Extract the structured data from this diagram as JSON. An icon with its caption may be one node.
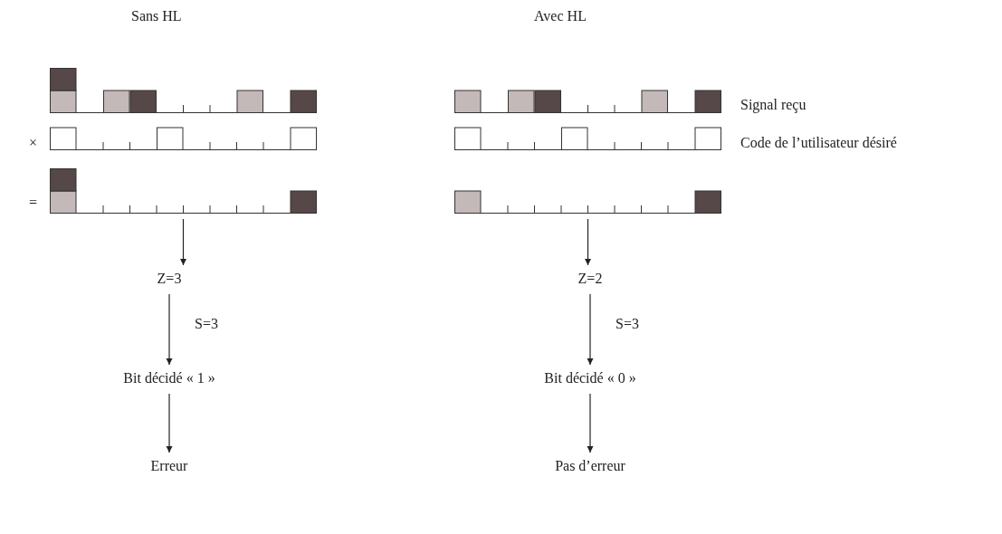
{
  "diagram": {
    "nodes": [
      {
        "text": [],
        "shape": "bar"
      },
      {
        "text": [
          "Z=3"
        ]
      },
      {
        "text": [
          "Bit décidé « 1 »"
        ]
      },
      {
        "text": [
          "Erreur"
        ]
      },
      {
        "text": [],
        "shape": "bar"
      },
      {
        "text": [
          "Z=2"
        ]
      },
      {
        "text": [
          "Bit décidé « 0 »"
        ]
      },
      {
        "text": [
          "Pas d’erreur"
        ]
      }
    ],
    "edges": [
      {
        "from": 0,
        "to": 1,
        "arrow": "to"
      },
      {
        "from": 1,
        "to": 2,
        "arrow": "to",
        "label": "S=3"
      },
      {
        "from": 2,
        "to": 3,
        "arrow": "to"
      },
      {
        "from": 4,
        "to": 5,
        "arrow": "to"
      },
      {
        "from": 5,
        "to": 6,
        "arrow": "to",
        "label": "S=3"
      },
      {
        "from": 6,
        "to": 7,
        "arrow": "to"
      }
    ],
    "labels": [
      "Sans HL",
      "Avec HL",
      "Signal reçu",
      "×",
      "Code de l’utilisateur désiré",
      "="
    ]
  }
}
